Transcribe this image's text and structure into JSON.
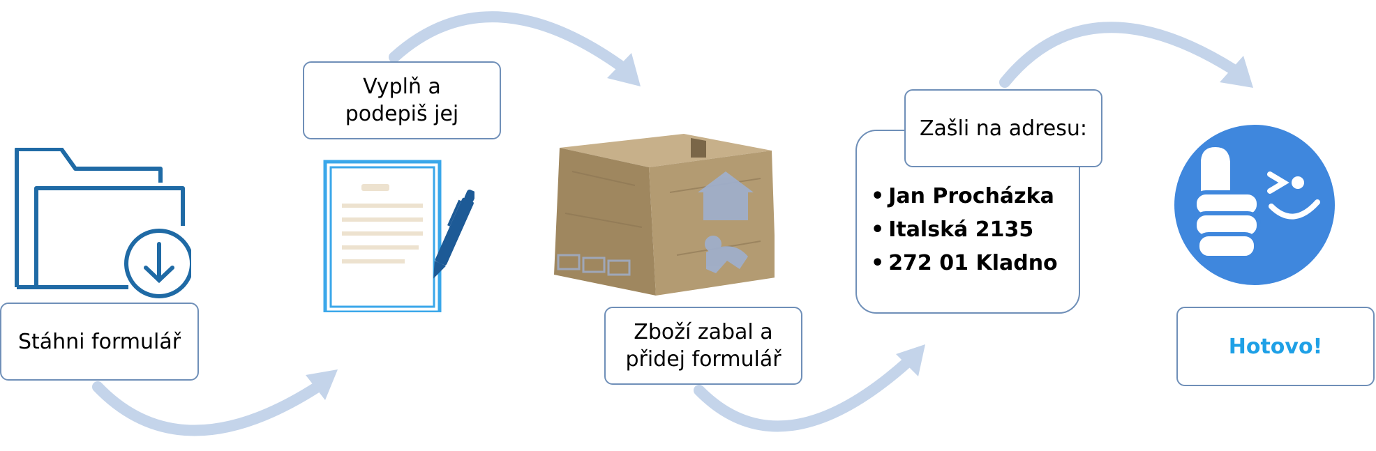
{
  "steps": {
    "download": {
      "label": "Stáhni formulář"
    },
    "fill": {
      "line1": "Vyplň a",
      "line2": "podepiš jej"
    },
    "pack": {
      "line1": "Zboží zabal a",
      "line2": "přidej formulář"
    },
    "send": {
      "label": "Zašli na adresu:",
      "address": [
        "Jan Procházka",
        "Italská 2135",
        "272 01 Kladno"
      ]
    },
    "done": {
      "label": "Hotovo!"
    }
  },
  "colors": {
    "arrow": "#c4d4ea",
    "box_border": "#6f8fb8",
    "folder": "#1f6aa5",
    "document": "#3aa7ea",
    "pen": "#1d5a96",
    "box_brown": "#b39b72",
    "smiley": "#3f87dd",
    "done_text": "#1ea0e6"
  },
  "icons": [
    "folder-download-icon",
    "document-pen-icon",
    "cardboard-box-icon",
    "thumbs-up-smiley-icon"
  ]
}
